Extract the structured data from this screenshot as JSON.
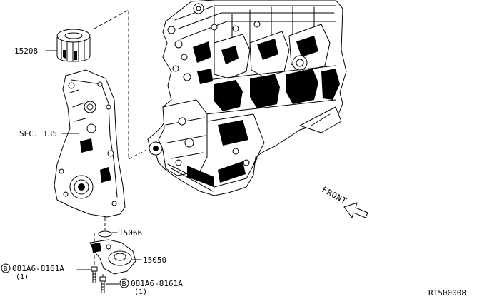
{
  "diagram": {
    "callouts": {
      "oil_filter": "15208",
      "front_cover_section": "SEC. 135",
      "o_ring": "15066",
      "filter_bracket": "15050",
      "bolt_upper_symbol": "B",
      "bolt_upper_part": "081A6-8161A",
      "bolt_upper_qty": "(1)",
      "bolt_lower_symbol": "B",
      "bolt_lower_part": "081A6-8161A",
      "bolt_lower_qty": "(1)",
      "front_label": "FRONT"
    },
    "diagram_code": "R1500008"
  },
  "colors": {
    "ink": "#000000",
    "paper": "#ffffff"
  }
}
